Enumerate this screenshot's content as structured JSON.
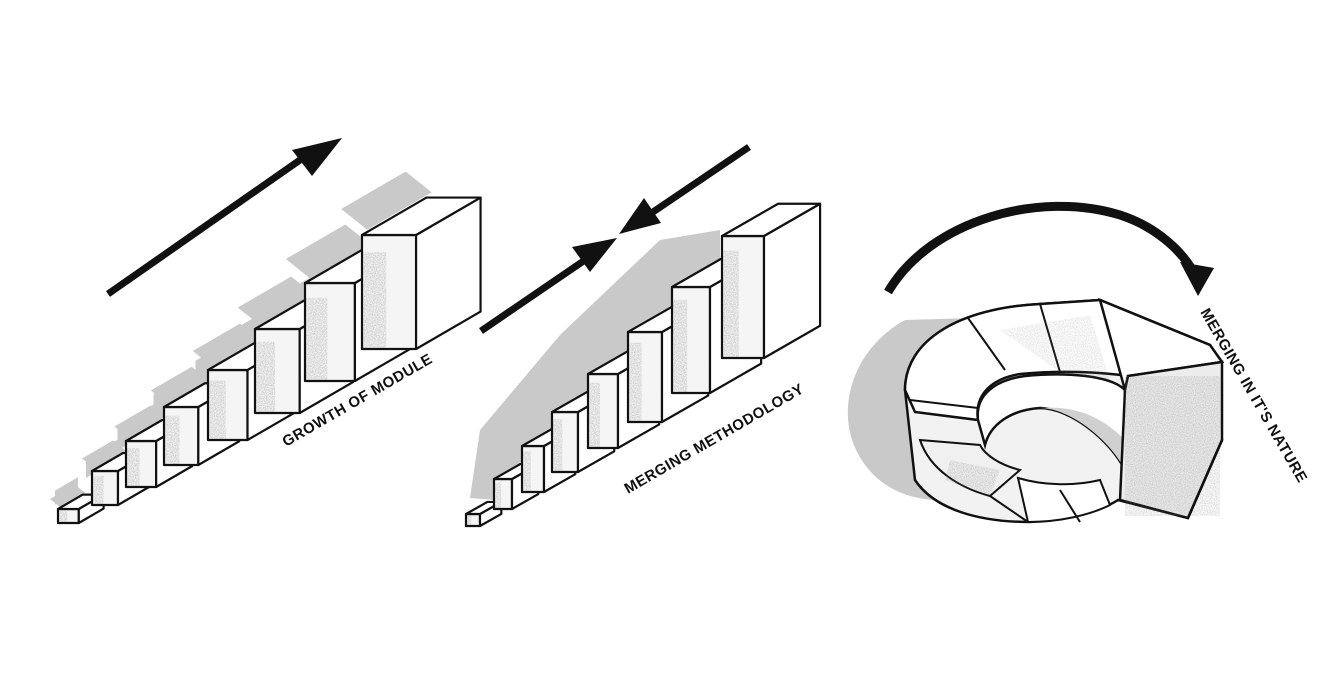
{
  "panels": [
    {
      "id": "growth",
      "label": "GROWTH OF MODULE",
      "arrows": "single-up-right"
    },
    {
      "id": "merging",
      "label": "MERGING METHODOLOGY",
      "arrows": "two-converging"
    },
    {
      "id": "nature",
      "label": "MERGING IN IT'S NATURE",
      "arrows": "curved-clockwise"
    }
  ],
  "colors": {
    "ink": "#111111",
    "shadow": "#c9c9c9",
    "face_top": "#ffffff",
    "face_side": "#f4f4f4",
    "face_dark": "#d8d8d8"
  }
}
